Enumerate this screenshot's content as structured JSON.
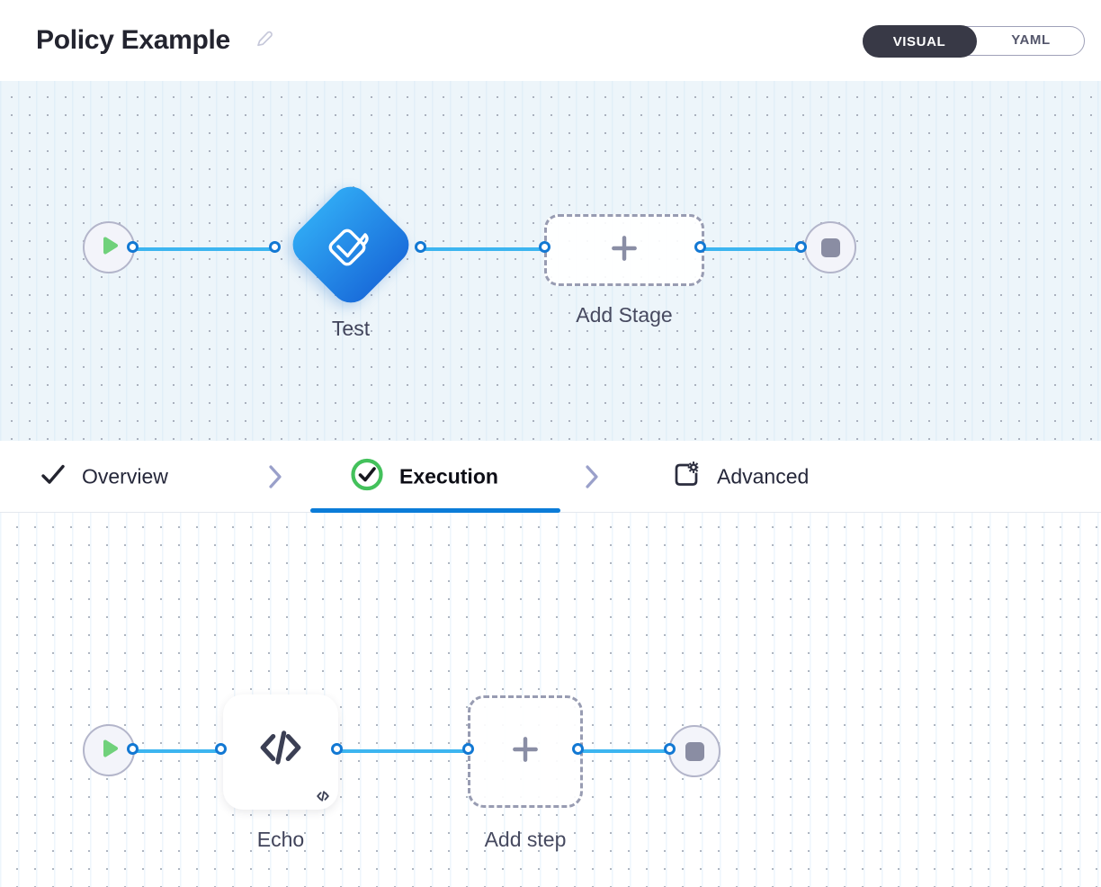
{
  "header": {
    "title": "Policy Example",
    "edit_icon": "pencil-icon",
    "mode_toggle": {
      "selected": "VISUAL",
      "options": [
        "VISUAL",
        "YAML"
      ]
    }
  },
  "stage_pipeline": {
    "start_node_icon": "play-icon",
    "stage_node": {
      "label": "Test",
      "icon": "approval-check-icon"
    },
    "add_node": {
      "label": "Add Stage",
      "icon": "plus-icon"
    },
    "end_node_icon": "stop-icon"
  },
  "tab_bar": {
    "items": [
      {
        "label": "Overview",
        "icon": "check-icon",
        "active": false
      },
      {
        "label": "Execution",
        "icon": "check-circle-icon",
        "active": true
      },
      {
        "label": "Advanced",
        "icon": "advanced-settings-icon",
        "active": false
      }
    ]
  },
  "step_pipeline": {
    "start_node_icon": "play-icon",
    "step_node": {
      "label": "Echo",
      "icon": "code-icon",
      "badge": "</>"
    },
    "add_node": {
      "label": "Add step",
      "icon": "plus-icon"
    },
    "end_node_icon": "stop-icon"
  },
  "colors": {
    "accent_blue": "#0b7cd8",
    "connector_blue": "#3db5f0",
    "stage_gradient_start": "#2fa7f3",
    "stage_gradient_end": "#1a6edb",
    "success_green": "#43c15b",
    "play_green": "#70d17b",
    "toggle_dark": "#383946"
  }
}
